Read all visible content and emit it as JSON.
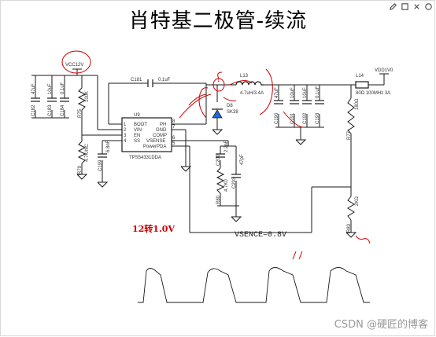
{
  "title": "肖特基二极管-续流",
  "toolbar": {
    "icons": [
      "pen-icon",
      "square-icon",
      "eraser-icon",
      "settings-icon"
    ]
  },
  "schematic": {
    "vcc_label": "VCC12V",
    "vdd_label": "VDD1V0",
    "ic": {
      "ref": "U9",
      "part": "TPS54331DDA",
      "pins_left": [
        "BOOT",
        "VIN",
        "EN",
        "SS"
      ],
      "pins_left_num": [
        "1",
        "2",
        "3",
        "4"
      ],
      "pins_right": [
        "PH",
        "GND",
        "COMP",
        "VSENSE",
        "PowerPDA"
      ],
      "pins_right_num": [
        "8",
        "7",
        "6",
        "5",
        ""
      ]
    },
    "c181": {
      "ref": "C181",
      "value": "0.1uF"
    },
    "l13": {
      "ref": "L13",
      "value": "4.7uH/3.4A"
    },
    "d": {
      "ref": "D8",
      "value": "SK38"
    },
    "l14": {
      "ref": "L14",
      "value": "80Ω 100MHz 3A"
    },
    "input_caps": [
      {
        "ref": "C182",
        "value": "47uF"
      },
      {
        "ref": "C183",
        "value": "10uF"
      },
      {
        "ref": "C184",
        "value": "0.1uF"
      }
    ],
    "r75": {
      "ref": "R75",
      "value": "100K"
    },
    "r79": {
      "ref": "R79",
      "value": "4.7K/NC"
    },
    "c199": {
      "ref": "C199",
      "value": "6.8nF"
    },
    "comp": {
      "r": "R80",
      "r_val": "4.7K0",
      "c1": "C200",
      "c1_val": "2.2nF",
      "c2": "C203",
      "c2_val": "47pF"
    },
    "output_caps": [
      {
        "ref": "C190",
        "value": "47uF"
      },
      {
        "ref": "C191",
        "value": "10uF"
      },
      {
        "ref": "C192",
        "value": "10uF"
      },
      {
        "ref": "C193",
        "value": "0.1uF"
      }
    ],
    "r77": {
      "ref": "R77",
      "value": "180Ω"
    },
    "r83": {
      "ref": "R83",
      "value": "2KΩ"
    }
  },
  "note": "12转1.0V",
  "vsense_label": "VSENCE=0.8V",
  "watermark": "CSDN @硬匠的博客",
  "colors": {
    "wire": "#1a1a1a",
    "component": "#1a1a1a",
    "annotation_red": "#cc0000",
    "note_red": "#c00000"
  }
}
